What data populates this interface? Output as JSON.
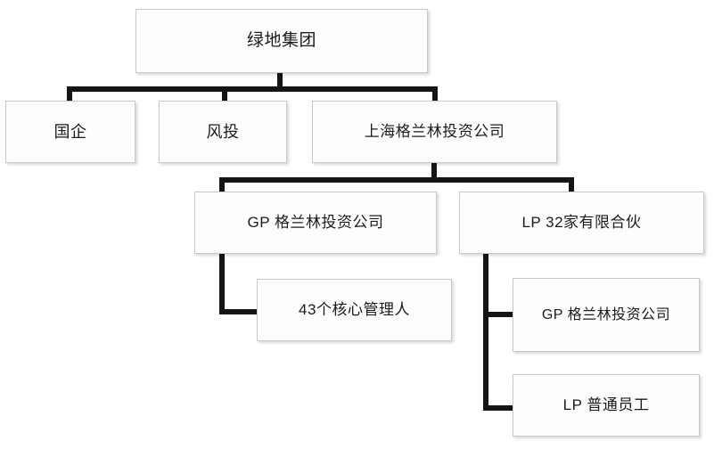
{
  "diagram": {
    "type": "organization-chart",
    "background_color": "#ffffff",
    "node_fill_color": "#fdfdfd",
    "node_border_color": "#c9c9c9",
    "connector_color": "#151515",
    "nodes": {
      "greenland": "绿地集团",
      "soe": "国企",
      "vc": "风投",
      "shanghai_glanlin": "上海格兰林投资公司",
      "gp_glanlin_main": "GP 格兰林投资公司",
      "lp_32_partnerships": "LP 32家有限合伙",
      "core_managers": "43个核心管理人",
      "gp_glanlin_sub": "GP 格兰林投资公司",
      "lp_regular_staff": "LP 普通员工"
    }
  }
}
